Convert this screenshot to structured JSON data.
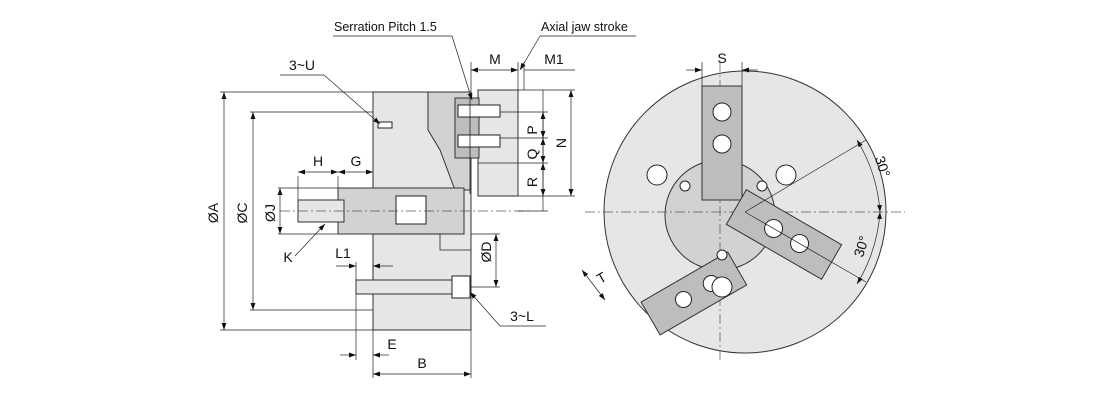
{
  "diagram": {
    "annotations": {
      "serration_pitch": "Serration Pitch  1.5",
      "axial_jaw_stroke": "Axial jaw stroke"
    },
    "dimension_labels": {
      "M": "M",
      "M1": "M1",
      "three_U": "3~U",
      "P": "P",
      "Q": "Q",
      "R": "R",
      "N": "N",
      "H": "H",
      "G": "G",
      "dia_A": "ØA",
      "dia_C": "ØC",
      "dia_J": "ØJ",
      "K": "K",
      "L1": "L1",
      "dia_D": "ØD",
      "three_L": "3~L",
      "E": "E",
      "B": "B",
      "S": "S",
      "T": "T",
      "angle_30_upper": "30°",
      "angle_30_lower": "30°"
    }
  }
}
